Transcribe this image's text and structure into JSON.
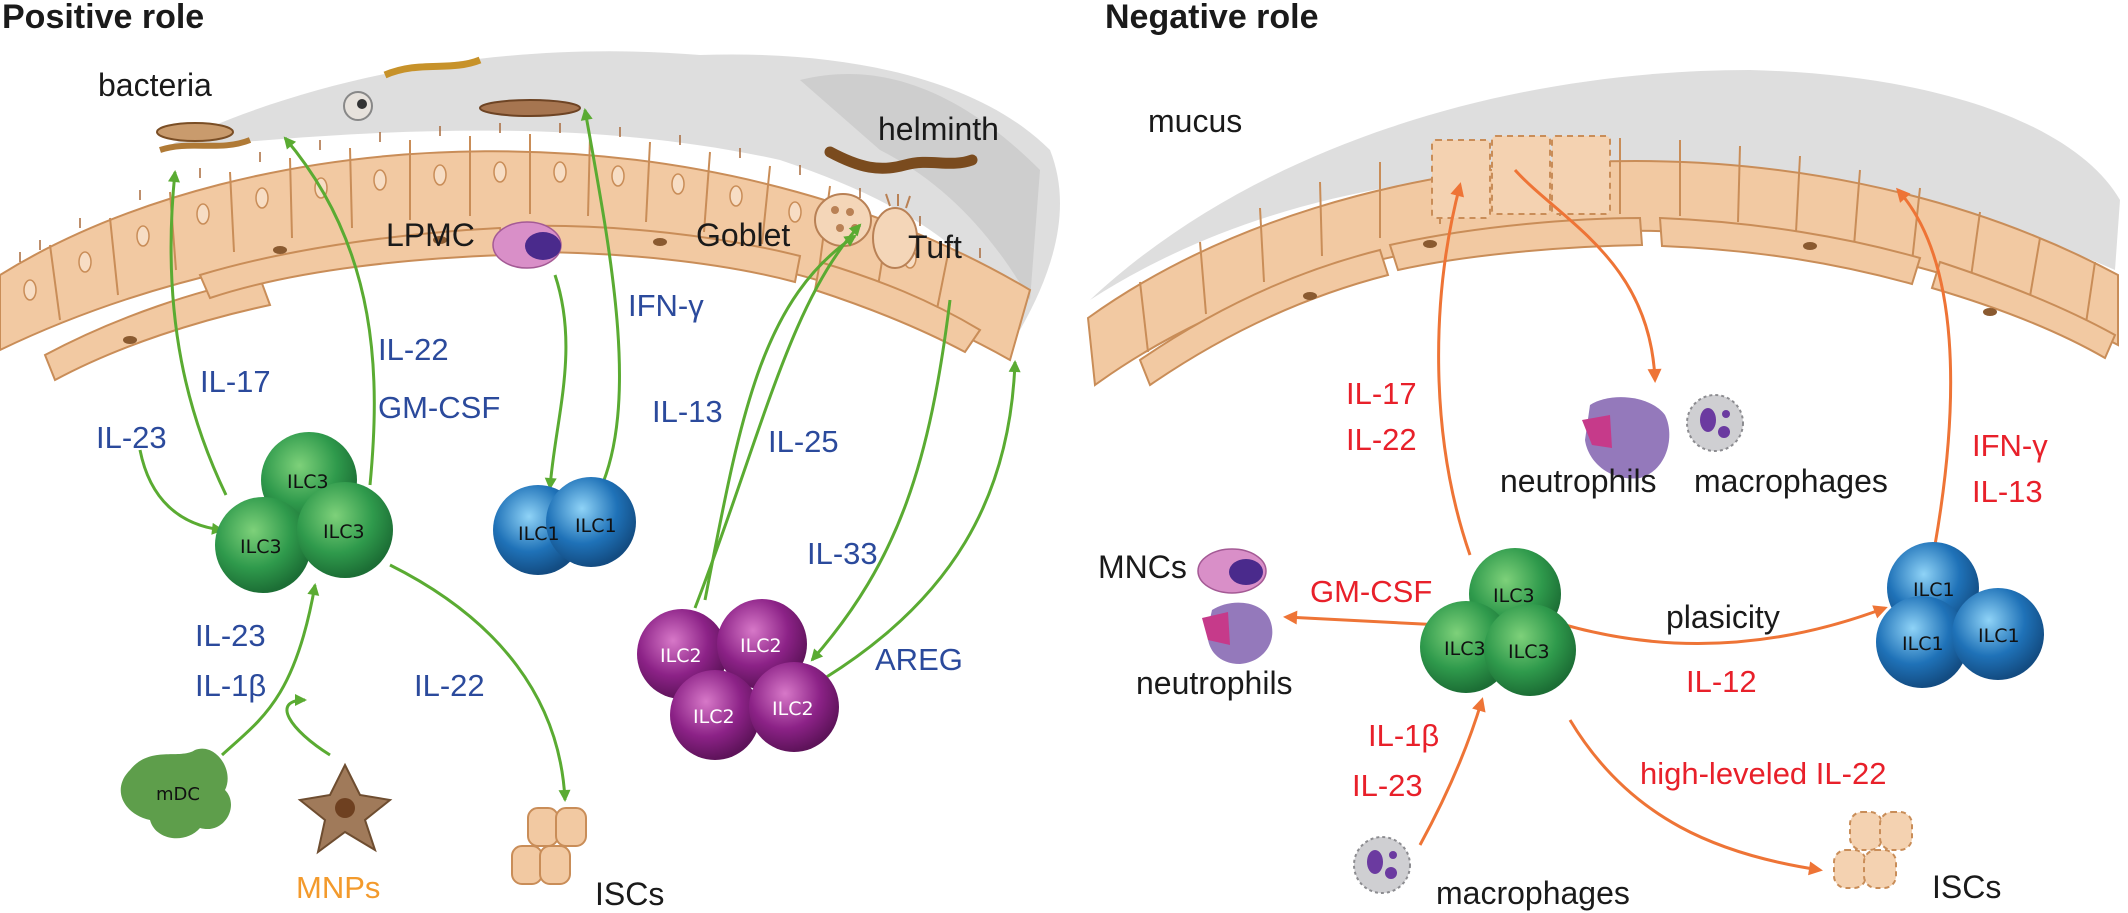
{
  "positive": {
    "title": "Positive role",
    "bacteria": "bacteria",
    "helminth": "helminth",
    "lpmc": "LPMC",
    "goblet": "Goblet",
    "tuft": "Tuft",
    "mdc": "mDC",
    "mnps": "MNPs",
    "iscs": "ISCs",
    "ilc3": "ILC3",
    "ilc1": "ILC1",
    "ilc2": "ILC2",
    "il17": "IL-17",
    "il22_a": "IL-22",
    "gmcsf": "GM-CSF",
    "ifng": "IFN-γ",
    "il23_a": "IL-23",
    "il23_b": "IL-23",
    "il1b": "IL-1β",
    "il22_b": "IL-22",
    "il13": "IL-13",
    "il25": "IL-25",
    "il33": "IL-33",
    "areg": "AREG"
  },
  "negative": {
    "title": "Negative role",
    "mucus": "mucus",
    "neutrophils_top": "neutrophils",
    "macrophages_top": "macrophages",
    "il17": "IL-17",
    "il22": "IL-22",
    "ifng": "IFN-γ",
    "il13": "IL-13",
    "mncs": "MNCs",
    "gmcsf": "GM-CSF",
    "neutrophils_left": "neutrophils",
    "plasicity": "plasicity",
    "il12": "IL-12",
    "il1b": "IL-1β",
    "il23": "IL-23",
    "high_il22": "high-leveled IL-22",
    "macrophages_bottom": "macrophages",
    "iscs": "ISCs",
    "ilc3": "ILC3",
    "ilc1": "ILC1"
  },
  "colors": {
    "green_arrow": "#5aab32",
    "orange_arrow": "#ee7436",
    "label_blue": "#2b4a9c",
    "label_red": "#e8202a",
    "label_orange": "#f39a2c",
    "epithelium": "#f2c9a2",
    "mucus": "#d8d8d8",
    "ilc3": "#2f9a4c",
    "ilc1": "#1f72b8",
    "ilc2": "#8c2287"
  }
}
